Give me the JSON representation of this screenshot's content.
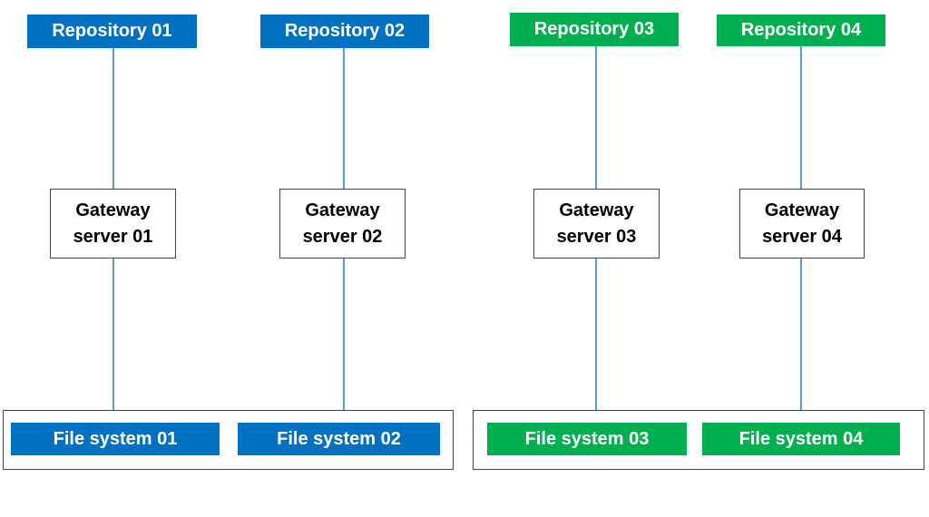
{
  "colors": {
    "blue": "#0070c0",
    "green": "#00b050",
    "connector": "#5b9bd5",
    "frame": "#444444"
  },
  "repositories": [
    {
      "label": "Repository 01",
      "color": "blue"
    },
    {
      "label": "Repository 02",
      "color": "blue"
    },
    {
      "label": "Repository 03",
      "color": "green"
    },
    {
      "label": "Repository 04",
      "color": "green"
    }
  ],
  "gateways": [
    {
      "line1": "Gateway",
      "line2": "server 01"
    },
    {
      "line1": "Gateway",
      "line2": "server 02"
    },
    {
      "line1": "Gateway",
      "line2": "server 03"
    },
    {
      "line1": "Gateway",
      "line2": "server 04"
    }
  ],
  "file_systems": [
    {
      "label": "File system 01",
      "color": "blue"
    },
    {
      "label": "File system 02",
      "color": "blue"
    },
    {
      "label": "File system 03",
      "color": "green"
    },
    {
      "label": "File system 04",
      "color": "green"
    }
  ]
}
